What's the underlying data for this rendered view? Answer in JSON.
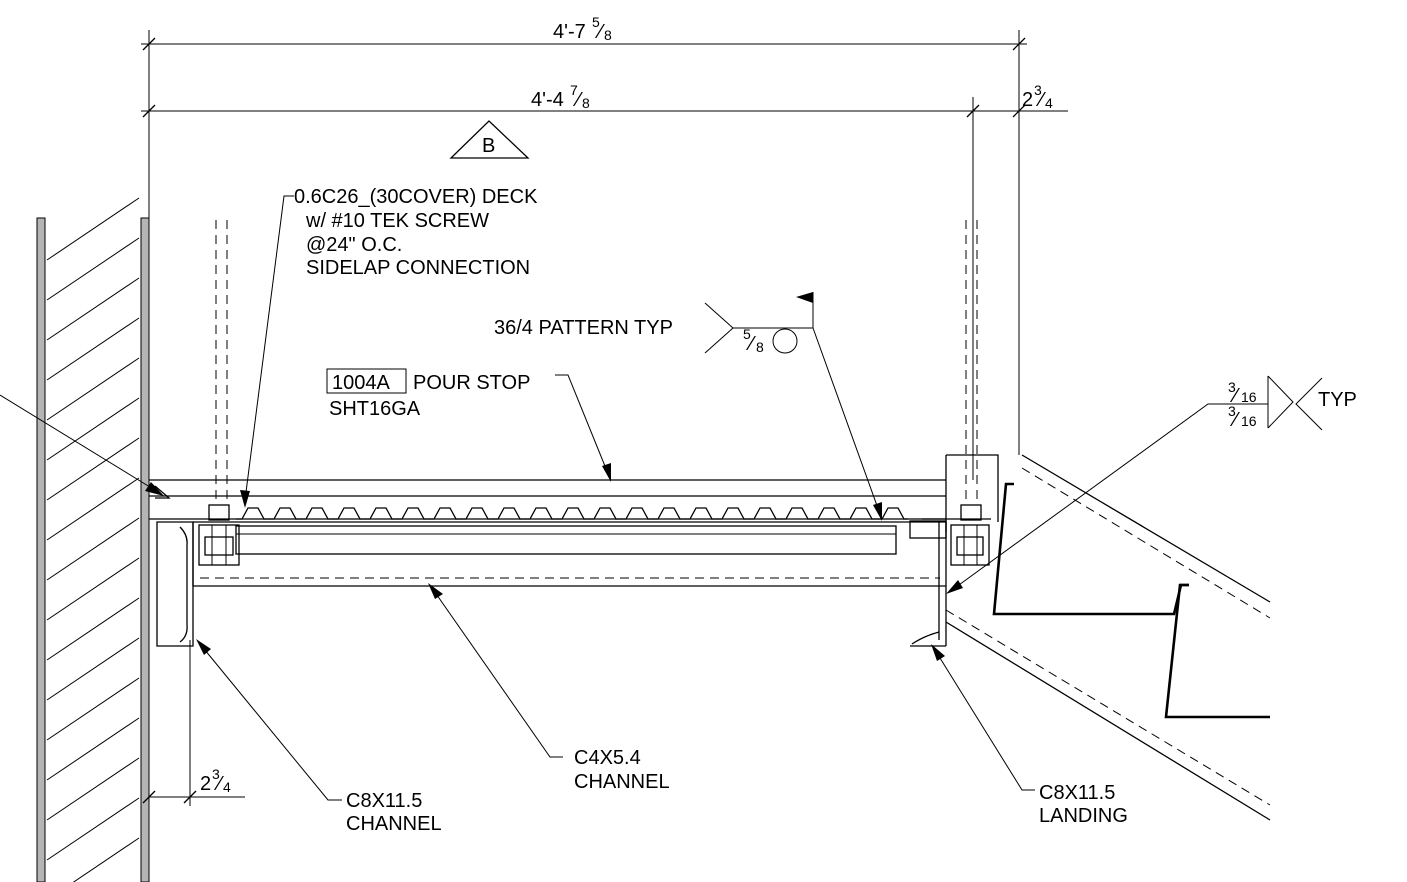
{
  "dimensions": {
    "overall": {
      "whole": "4'-7",
      "num": "5",
      "den": "8"
    },
    "deck_width": {
      "whole": "4'-4",
      "num": "7",
      "den": "8"
    },
    "right_offset": {
      "whole": "2",
      "num": "3",
      "den": "4"
    },
    "bottom_offset": {
      "whole": "2",
      "num": "3",
      "den": "4"
    }
  },
  "section_mark": "B",
  "deck_note": {
    "line1": "0.6C26_(30COVER) DECK",
    "line2": "w/ #10 TEK SCREW",
    "line3": "@24\" O.C.",
    "line4": "SIDELAP CONNECTION"
  },
  "weld_pattern": {
    "label": "36/4 PATTERN TYP",
    "size_num": "5",
    "size_den": "8"
  },
  "pour_stop": {
    "tag": "1004A",
    "label": "POUR STOP",
    "gauge": "SHT16GA"
  },
  "fillet_weld": {
    "top_num": "3",
    "top_den": "16",
    "bottom_num": "3",
    "bottom_den": "16",
    "label": "TYP"
  },
  "callouts": {
    "wall_channel": {
      "line1": "C8X11.5",
      "line2": "CHANNEL"
    },
    "mid_channel": {
      "line1": "C4X5.4",
      "line2": "CHANNEL"
    },
    "landing": {
      "line1": "C8X11.5",
      "line2": "LANDING"
    }
  }
}
